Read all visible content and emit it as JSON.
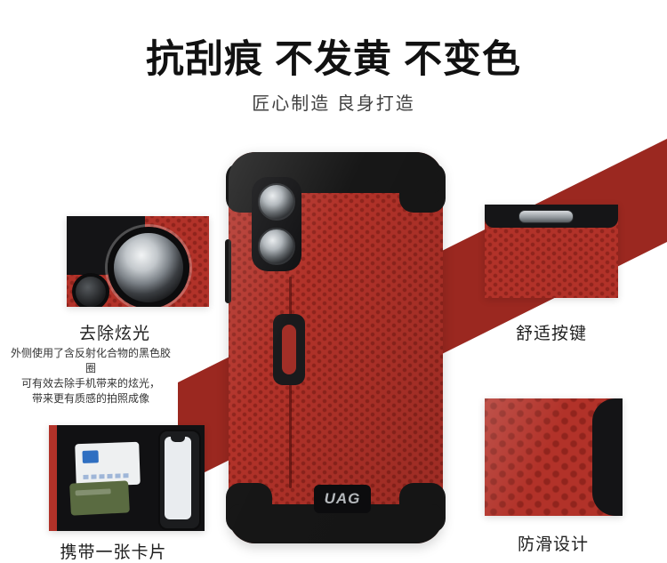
{
  "header": {
    "title": "抗刮痕 不发黄 不变色",
    "subtitle": "匠心制造 良身打造"
  },
  "phone": {
    "logo": "UAG"
  },
  "callouts": {
    "glare": {
      "label": "去除炫光",
      "desc": [
        "外侧使用了含反射化合物的黑色胶圈",
        "可有效去除手机带来的炫光，",
        "带来更有质感的拍照成像"
      ]
    },
    "buttons": {
      "label": "舒适按键"
    },
    "card": {
      "label": "携带一张卡片"
    },
    "grip": {
      "label": "防滑设计"
    }
  },
  "colors": {
    "ribbon": "#9b2820",
    "case-red": "#b23229",
    "case-black": "#171717",
    "title": "#111111",
    "subtitle": "#3f3f3f",
    "label": "#1f1f1f"
  }
}
